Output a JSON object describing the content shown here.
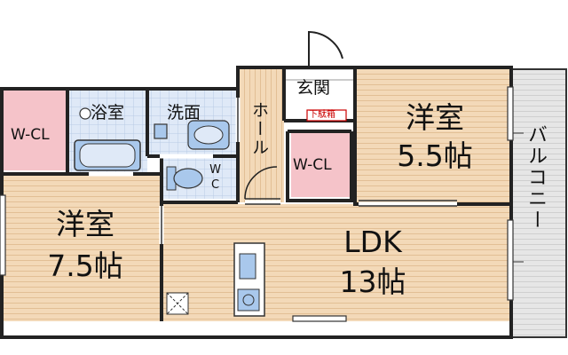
{
  "floorplan": {
    "rooms": {
      "western_small": {
        "name": "洋室",
        "size": "5.5帖"
      },
      "western_large": {
        "name": "洋室",
        "size": "7.5帖"
      },
      "ldk": {
        "name": "LDK",
        "size": "13帖"
      },
      "bath": {
        "name": "浴室"
      },
      "washroom": {
        "name": "洗面"
      },
      "toilet": {
        "name": "WC"
      },
      "hall": {
        "name": "ホール"
      },
      "entrance": {
        "name": "玄関"
      },
      "shoe_box": {
        "name": "下駄箱"
      },
      "closet_left": {
        "name": "W-CL"
      },
      "closet_center": {
        "name": "W-CL"
      },
      "balcony": {
        "name": "バルコニー"
      }
    },
    "colors": {
      "floor_wood": "#f3d9b8",
      "wet_area": "#dfe9f7",
      "closet": "#f5c3c9",
      "balcony": "#e6e6e6",
      "wall": "#222222",
      "fixture_blue": "#a9c8ec"
    }
  }
}
